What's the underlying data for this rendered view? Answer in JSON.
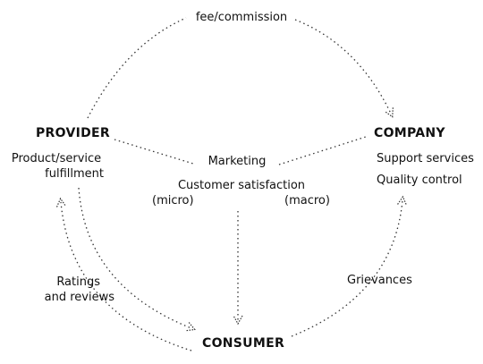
{
  "nodes": {
    "provider": "PROVIDER",
    "company": "COMPANY",
    "consumer": "CONSUMER"
  },
  "labels": {
    "fee": "fee/commission",
    "product_line1": "Product/service",
    "product_line2": "fulfillment",
    "support": "Support services",
    "quality": "Quality control",
    "marketing": "Marketing",
    "satisfaction": "Customer satisfaction",
    "micro": "(micro)",
    "macro": "(macro)",
    "ratings_line1": "Ratings",
    "ratings_line2": "and reviews",
    "grievances": "Grievances"
  },
  "colors": {
    "text": "#111111",
    "line": "#333333",
    "background": "#ffffff"
  }
}
